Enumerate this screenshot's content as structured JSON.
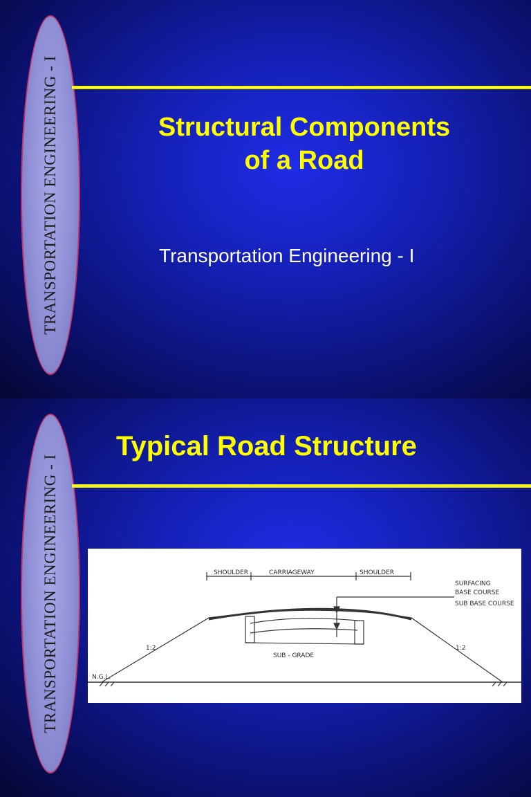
{
  "side_label": "TRANSPORTATION ENGINEERING - I",
  "slide1": {
    "title_line1": "Structural Components",
    "title_line2": "of a Road",
    "subtitle": "Transportation Engineering - I"
  },
  "slide2": {
    "title": "Typical Road Structure",
    "diagram": {
      "shoulder_left": "SHOULDER",
      "carriageway": "CARRIAGEWAY",
      "shoulder_right": "SHOULDER",
      "surfacing": "SURFACING",
      "base_course": "BASE COURSE",
      "subbase_course": "SUB BASE COURSE",
      "slope_left": "1:2",
      "slope_right": "1:2",
      "subgrade": "SUB - GRADE",
      "ngl": "N.G.L."
    }
  }
}
